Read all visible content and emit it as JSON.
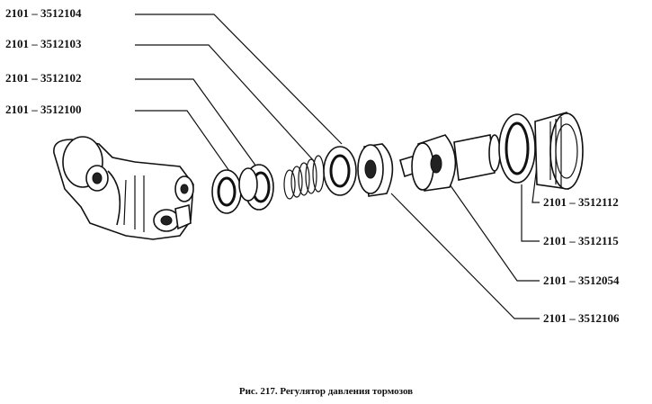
{
  "labels_left": [
    "2101 – 3512104",
    "2101 – 3512103",
    "2101 – 3512102",
    "2101 – 3512100"
  ],
  "labels_right": [
    "2101 – 3512112",
    "2101 – 3512115",
    "2101 – 3512054",
    "2101 – 3512106"
  ],
  "caption": "Рис. 217. Регулятор давления тормозов"
}
